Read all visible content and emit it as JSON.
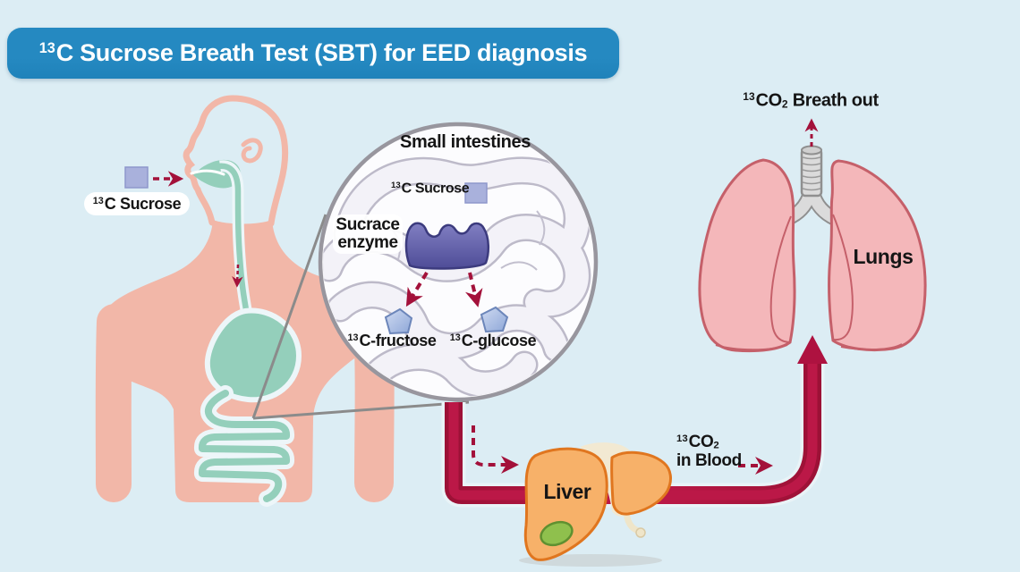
{
  "title": {
    "iso": "13",
    "text": "C Sucrose Breath Test (SBT) for EED diagnosis"
  },
  "mouth_label": {
    "iso": "13",
    "text": "C Sucrose"
  },
  "magnifier": {
    "title": "Small intestines",
    "sucrose": {
      "iso": "13",
      "text": "C Sucrose"
    },
    "enzyme_line1": "Sucrace",
    "enzyme_line2": "enzyme",
    "fructose": {
      "iso": "13",
      "text": "C-fructose"
    },
    "glucose": {
      "iso": "13",
      "text": "C-glucose"
    }
  },
  "liver_label": "Liver",
  "lungs_label": "Lungs",
  "blood_label": {
    "iso": "13",
    "main": "CO",
    "sub": "2",
    "rest": "in Blood"
  },
  "breath_label": {
    "iso": "13",
    "main": "CO",
    "sub": "2",
    "rest": "Breath out"
  },
  "colors": {
    "bg": "#dcedf4",
    "banner": "#2589c1",
    "ink": "#151515",
    "skin": "#f2b7a8",
    "teal": "#94cfbb",
    "casing": "#edf6f9",
    "crimson": "#ae1240",
    "dash": "#a3113a",
    "enzyme": "#5d5ba9",
    "molecule": "#b9c8e8",
    "sucrose": "#a9b1dc",
    "liver": "#f7b169",
    "liverline": "#e0761f",
    "gallbladder": "#8fc04d",
    "lung": "#f4b7ba",
    "lungline": "#c5606a",
    "trachea": "#dbdbdb"
  }
}
